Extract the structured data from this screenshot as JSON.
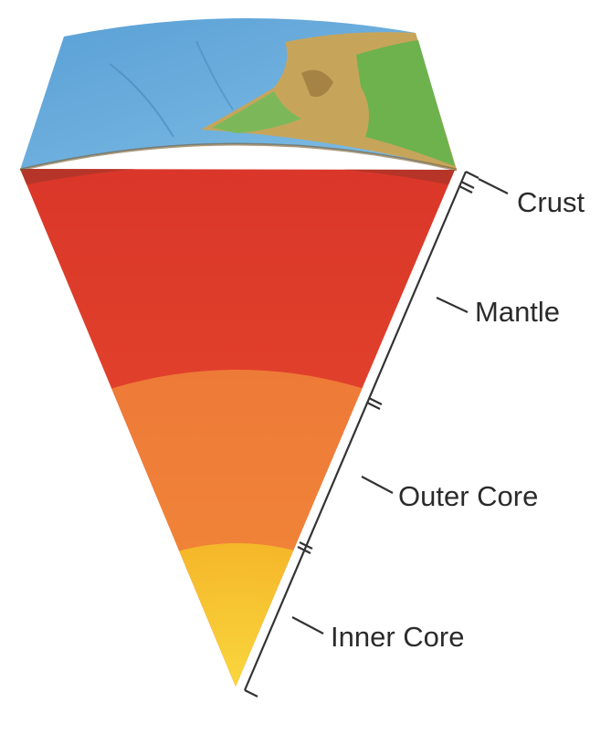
{
  "labels": {
    "crust": "Crust",
    "mantle": "Mantle",
    "outer_core": "Outer Core",
    "inner_core": "Inner Core"
  },
  "colors": {
    "ocean": "#5fa8d9",
    "land_green": "#6cb44e",
    "land_tan": "#c9a85a",
    "crust": "#b73a2a",
    "mantle": "#e2432a",
    "outer_core": "#ef7a34",
    "inner_core": "#f6c72a",
    "bracket": "#333333",
    "text": "#2b2b2b"
  }
}
